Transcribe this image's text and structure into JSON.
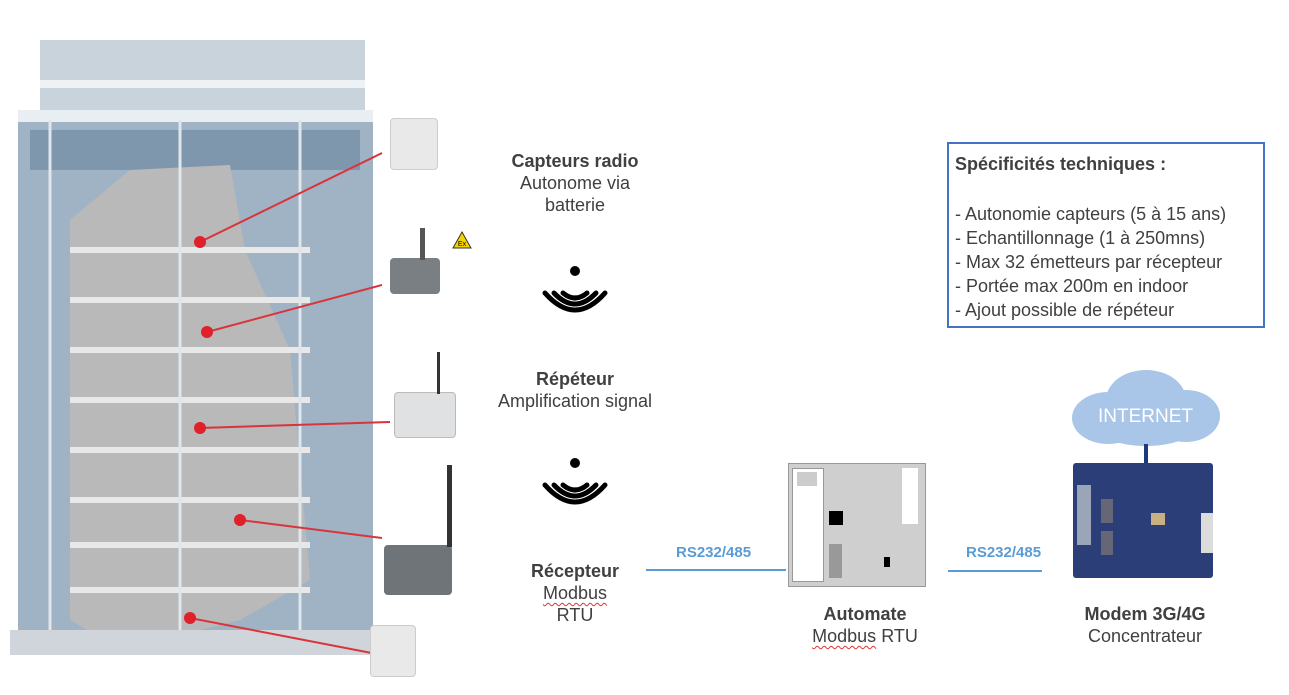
{
  "sensors": {
    "title": "Capteurs radio",
    "desc_1": "Autonome via",
    "desc_2": "batterie"
  },
  "repeater": {
    "title": "Répéteur",
    "desc": "Amplification signal"
  },
  "receiver": {
    "title": "Récepteur",
    "desc_1": "Modbus",
    "desc_2": "RTU"
  },
  "automate": {
    "title": "Automate",
    "desc_1": "Modbus",
    "desc_2": "RTU"
  },
  "modem": {
    "title": "Modem 3G/4G",
    "desc": "Concentrateur"
  },
  "links": {
    "left": "RS232/485",
    "right": "RS232/485"
  },
  "cloud": {
    "label": "INTERNET"
  },
  "specs": {
    "title": "Spécificités techniques :",
    "items": [
      "- Autonomie capteurs (5 à 15 ans)",
      "- Echantillonnage (1 à 250mns)",
      "- Max 32 émetteurs par récepteur",
      "- Portée max 200m en indoor",
      "- Ajout possible de répéteur"
    ]
  },
  "colors": {
    "accent": "#5b9bd5",
    "box_border": "#4472c4",
    "marker": "#e0202a",
    "modem": "#2c3e78"
  },
  "icons": {
    "wireless": "wifi-signal-icon",
    "atex": "ex-atex-icon"
  }
}
